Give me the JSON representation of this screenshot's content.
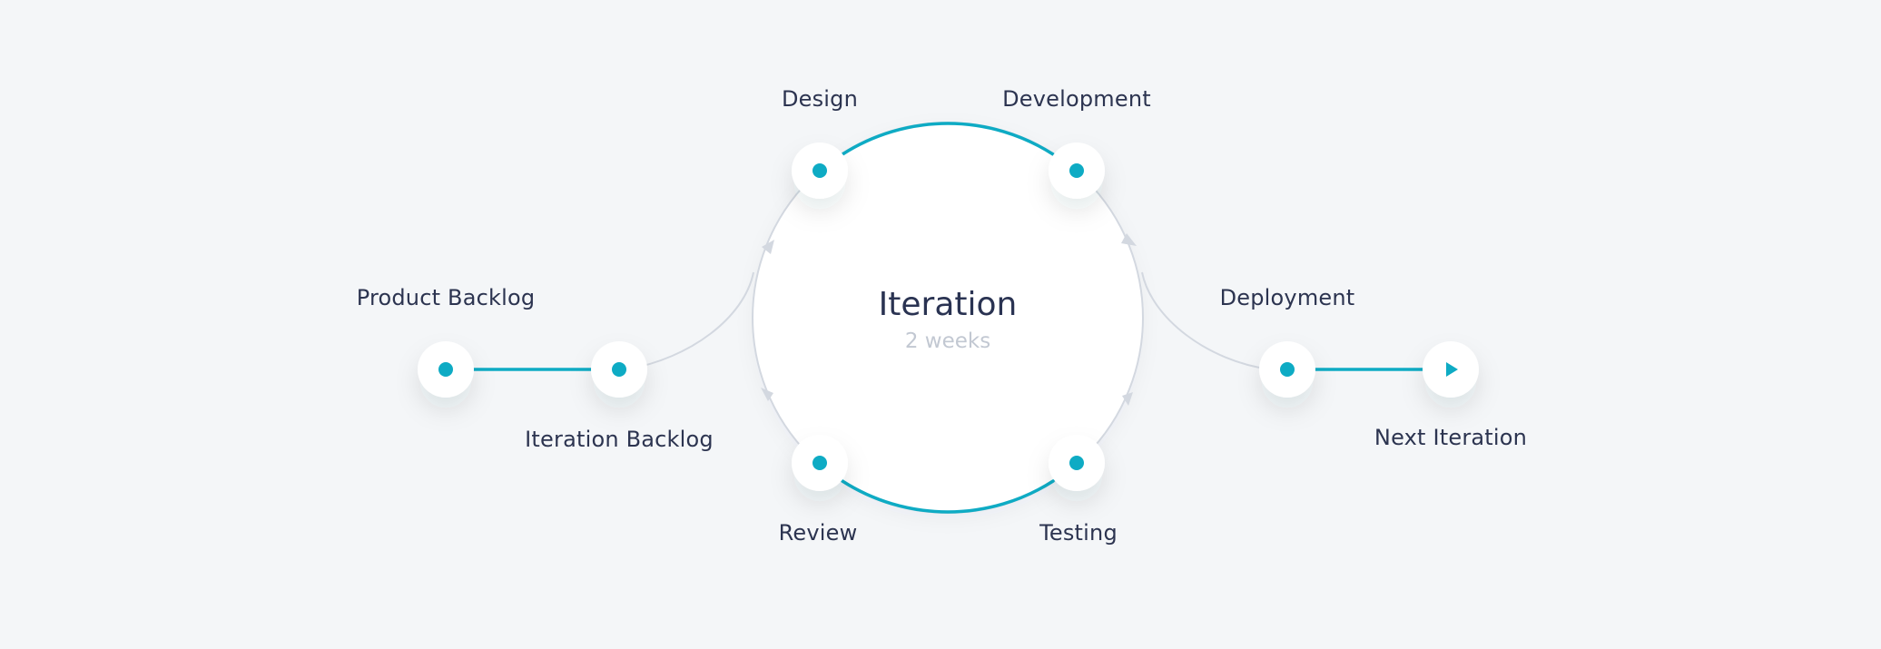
{
  "diagram": {
    "center": {
      "title": "Iteration",
      "subtitle": "2 weeks"
    },
    "nodes": {
      "product_backlog": "Product Backlog",
      "iteration_backlog": "Iteration Backlog",
      "design": "Design",
      "development": "Development",
      "review": "Review",
      "testing": "Testing",
      "deployment": "Deployment",
      "next_iteration": "Next Iteration"
    },
    "colors": {
      "accent": "#0eabc4",
      "connector": "#d3d8e0",
      "node_fill": "#ffffff",
      "background": "#f4f6f8"
    },
    "icons": {
      "next_iteration": "play-icon"
    }
  }
}
